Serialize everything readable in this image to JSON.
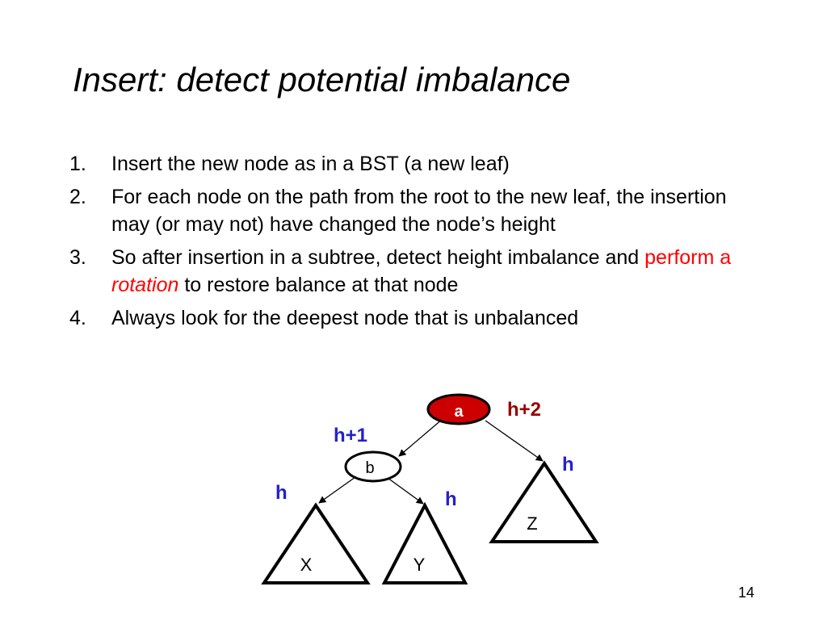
{
  "title": "Insert: detect potential imbalance",
  "steps": [
    {
      "number": "1.",
      "text": "Insert the new node as in a BST (a new leaf)"
    },
    {
      "number": "2.",
      "text": "For each node on the path from the root to the new leaf, the insertion may (or may not) have changed the node’s height"
    },
    {
      "number": "3.",
      "text_pre": "So after insertion in a subtree, detect height imbalance and ",
      "text_red": "perform a ",
      "text_red_italic": "rotation",
      "text_post": " to restore balance at that node"
    },
    {
      "number": "4.",
      "text": "Always look for the deepest node that is unbalanced"
    }
  ],
  "diagram": {
    "nodes": {
      "a": "a",
      "b": "b"
    },
    "subtrees": {
      "x": "X",
      "y": "Y",
      "z": "Z"
    },
    "labels": {
      "a_height": "h+2",
      "b_height": "h+1",
      "x_height": "h",
      "y_height": "h",
      "z_height": "h"
    },
    "colors": {
      "root_fill": "#cc0000",
      "red_label": "#990000",
      "blue_label": "#2222cc"
    }
  },
  "page_number": "14"
}
